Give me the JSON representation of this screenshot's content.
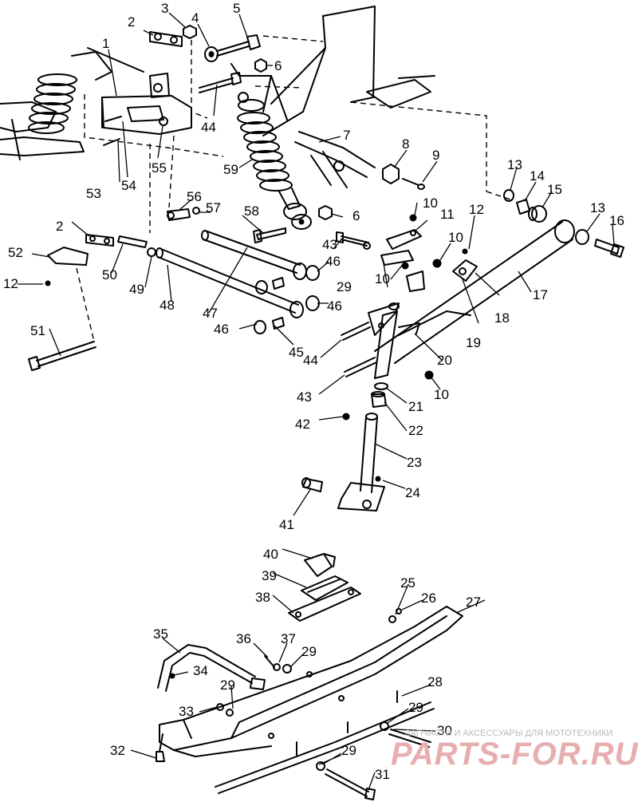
{
  "labels": [
    "1",
    "2",
    "3",
    "4",
    "5",
    "6",
    "7",
    "8",
    "9",
    "10",
    "11",
    "12",
    "13",
    "14",
    "15",
    "16",
    "17",
    "18",
    "19",
    "20",
    "21",
    "22",
    "23",
    "24",
    "25",
    "26",
    "27",
    "28",
    "29",
    "30",
    "31",
    "32",
    "33",
    "34",
    "35",
    "36",
    "37",
    "38",
    "39",
    "40",
    "41",
    "42",
    "43",
    "44",
    "45",
    "46",
    "47",
    "48",
    "49",
    "50",
    "51",
    "52",
    "53",
    "54",
    "55",
    "56",
    "57",
    "58",
    "59"
  ],
  "watermark": {
    "tagline": "ЗАПЧАСТИ И АКСЕССУАРЫ ДЛЯ МОТОТЕХНИКИ",
    "brand": "PARTS-FOR.RU"
  }
}
